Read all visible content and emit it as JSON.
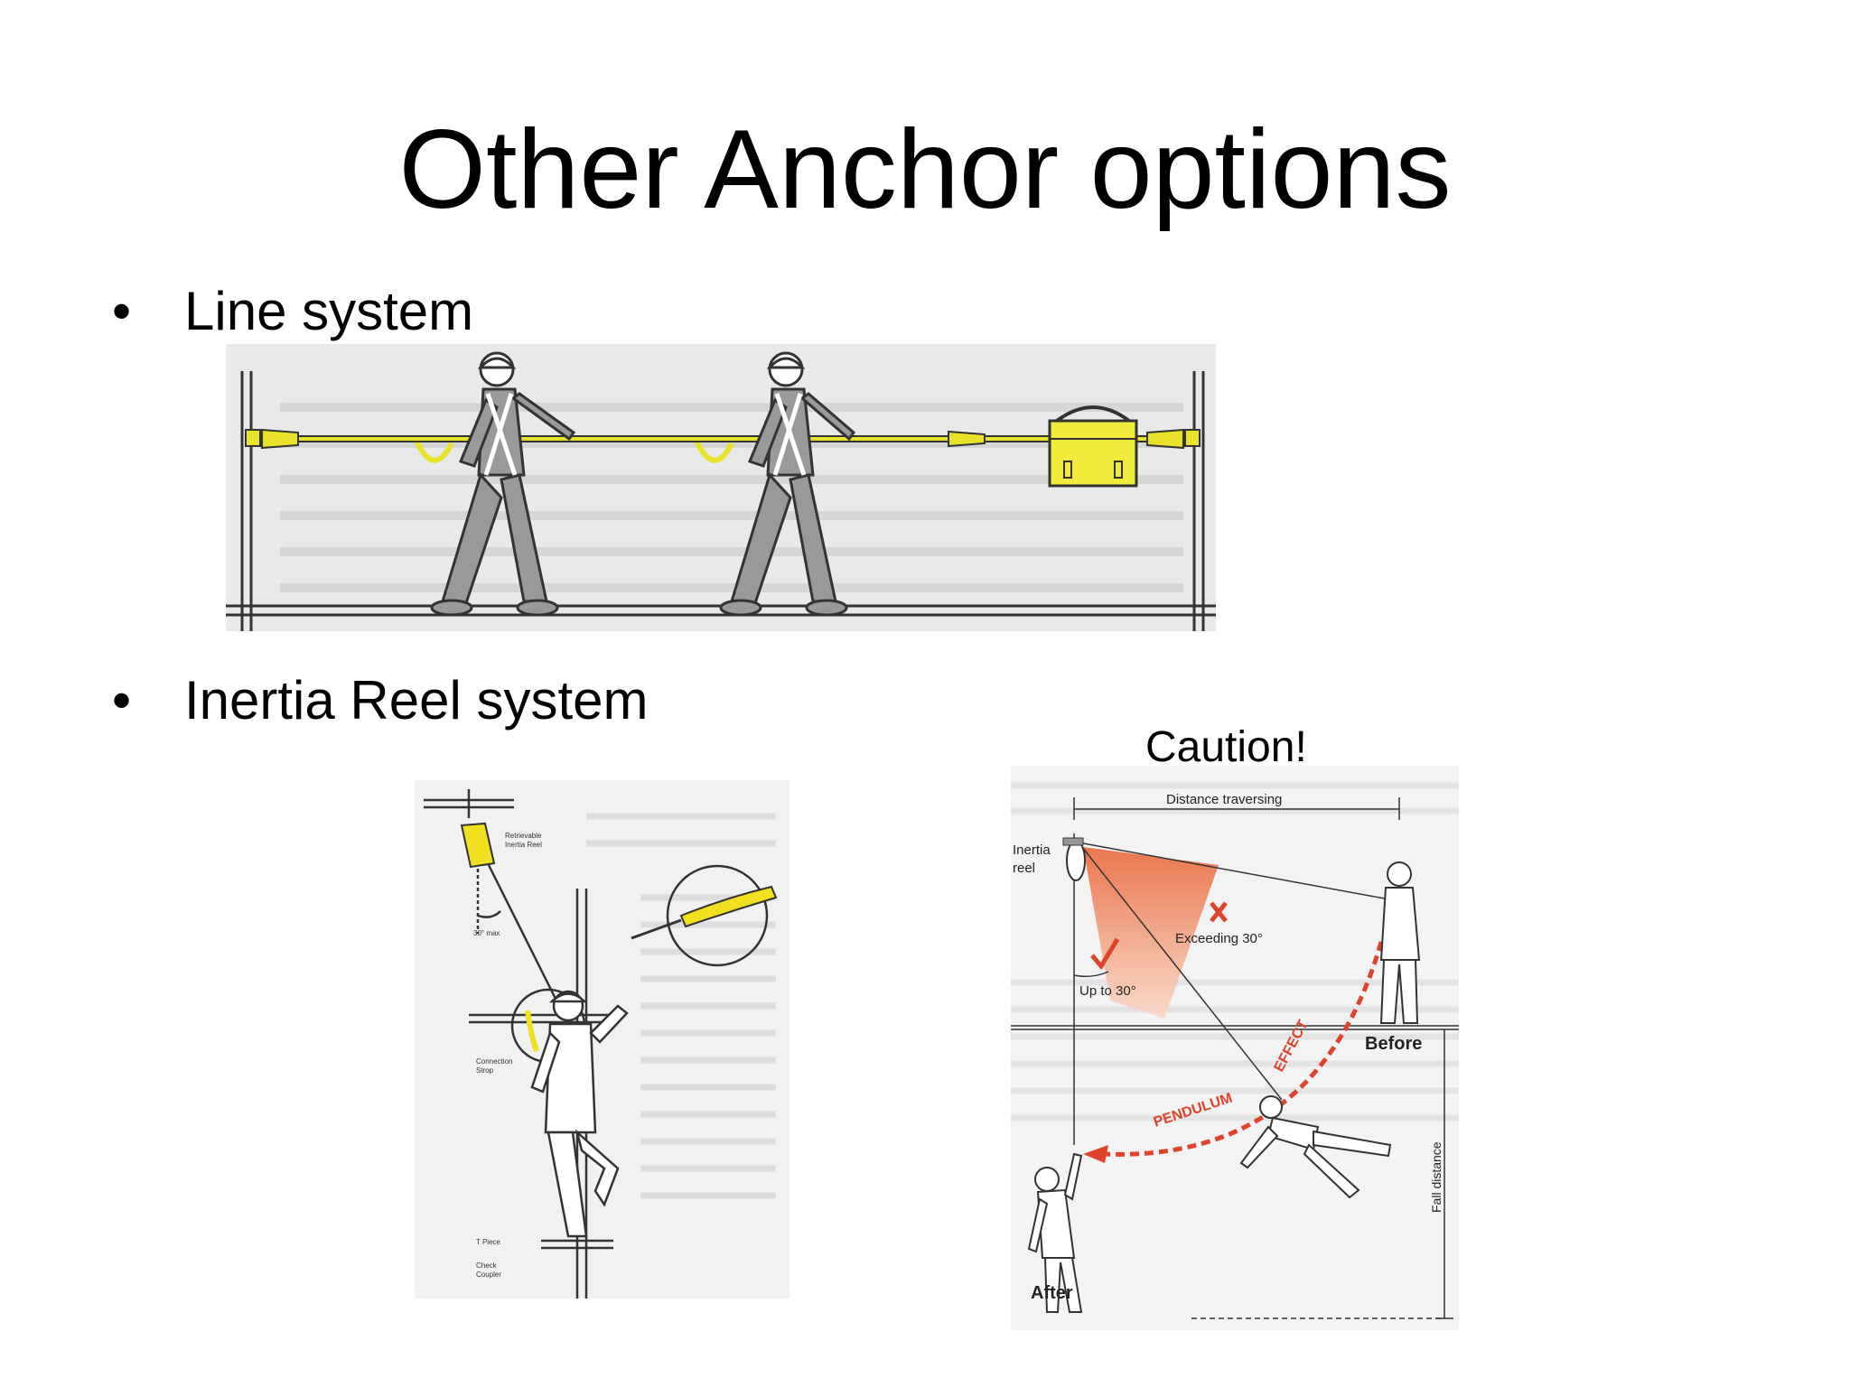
{
  "slide": {
    "title": "Other Anchor options",
    "bullets": [
      {
        "marker": "•",
        "text": "Line system"
      },
      {
        "marker": "•",
        "text": "Inertia Reel system"
      }
    ],
    "caution": "Caution!"
  },
  "figures": {
    "line_system": {
      "description_icons": [
        "worker-walking",
        "yellow-lifeline",
        "tool-bag",
        "hook-anchor"
      ]
    },
    "inertia_reel": {
      "labels": {
        "retrievable": "Retrievable",
        "inertia_reel": "Inertia Reel",
        "max_angle": "30° max",
        "connection": "Connection",
        "strop": "Strop",
        "t_piece": "T Piece",
        "check": "Check",
        "coupler": "Coupler"
      }
    },
    "pendulum": {
      "labels": {
        "distance_traversing": "Distance traversing",
        "inertia": "Inertia",
        "reel": "reel",
        "exceeding": "Exceeding 30°",
        "up_to": "Up to 30°",
        "before": "Before",
        "pendulum": "PENDULUM",
        "effect": "EFFECT",
        "fall_distance": "Fall distance",
        "after": "After"
      },
      "colors": {
        "warning": "#e0432b",
        "cone": "#f07b4a"
      }
    }
  }
}
